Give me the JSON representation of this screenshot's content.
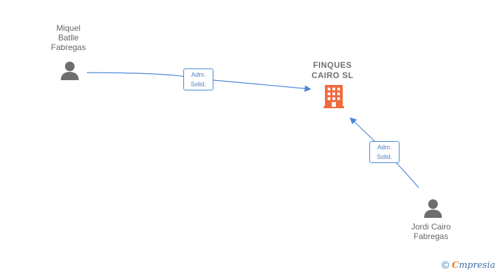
{
  "nodes": {
    "person1": {
      "name_lines": [
        "Miquel",
        "Batlle",
        "Fabregas"
      ]
    },
    "company": {
      "name_lines": [
        "FINQUES",
        "CAIRO SL"
      ]
    },
    "person2": {
      "name_lines": [
        "Jordi Cairo",
        "Fabregas"
      ]
    }
  },
  "edges": [
    {
      "label_lines": [
        "Adm.",
        "Solid."
      ]
    },
    {
      "label_lines": [
        "Adm.",
        "Solid."
      ]
    }
  ],
  "colors": {
    "person_icon": "#6e6e6e",
    "company_icon": "#f26a3d",
    "edge": "#4a86d8"
  },
  "brand": {
    "copyright": "©",
    "e": "C",
    "rest": "mpresia"
  }
}
